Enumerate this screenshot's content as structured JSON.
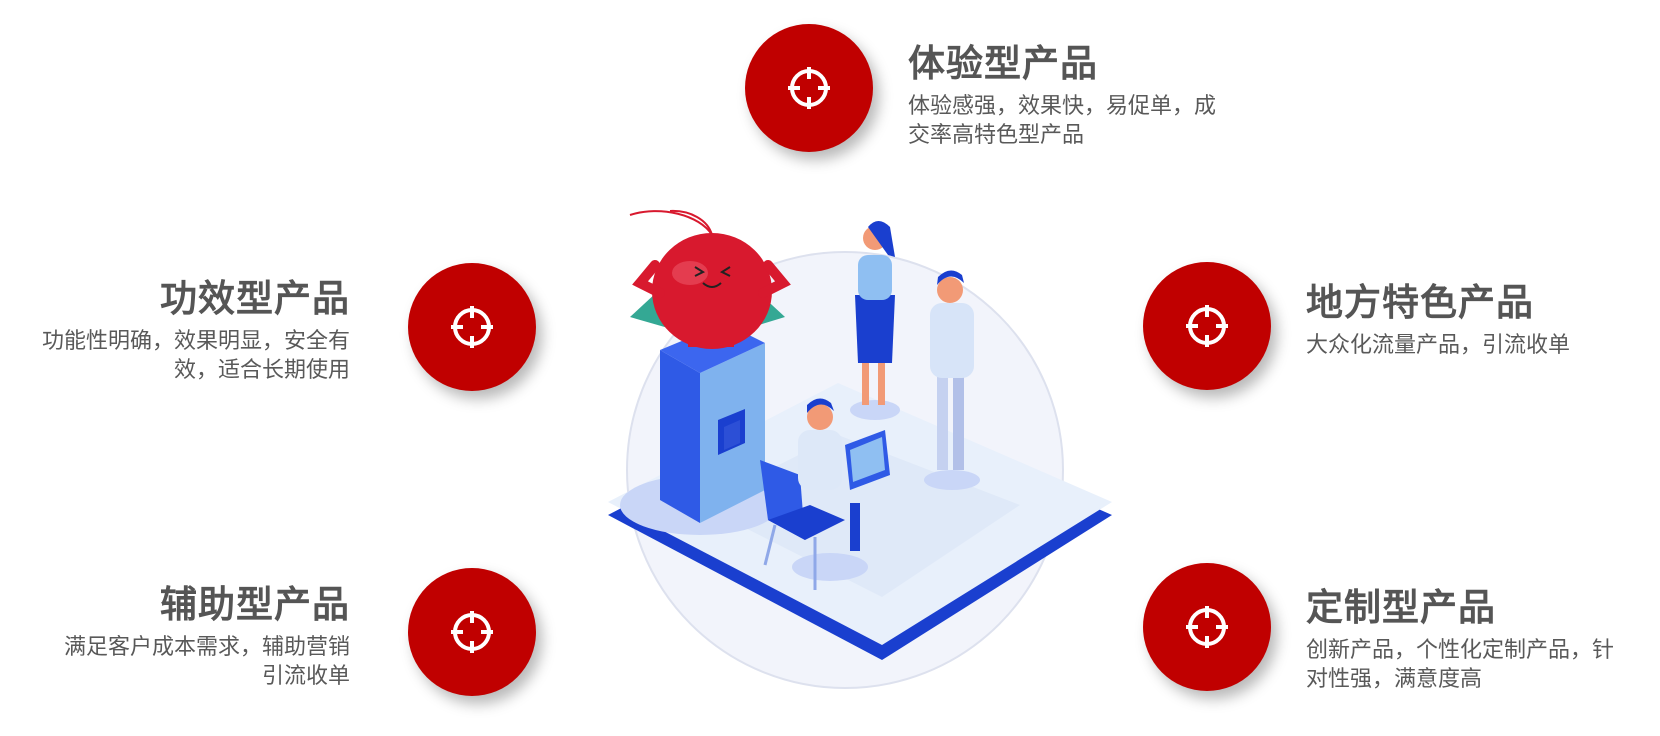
{
  "items": [
    {
      "id": "experience",
      "title": "体验型产品",
      "desc_lines": [
        "体验感强，效果快，易促单，成",
        "交率高特色型产品"
      ]
    },
    {
      "id": "efficacy",
      "title": "功效型产品",
      "desc_lines": [
        "功能性明确，效果明显，安全有",
        "效，适合长期使用"
      ]
    },
    {
      "id": "local",
      "title": "地方特色产品",
      "desc_lines": [
        "大众化流量产品，引流收单"
      ]
    },
    {
      "id": "auxiliary",
      "title": "辅助型产品",
      "desc_lines": [
        "满足客户成本需求，辅助营销",
        "引流收单"
      ]
    },
    {
      "id": "custom",
      "title": "定制型产品",
      "desc_lines": [
        "创新产品，个性化定制产品，针",
        "对性强，满意度高"
      ]
    }
  ],
  "colors": {
    "accent": "#c00000",
    "title": "#555555",
    "text": "#595959",
    "platform": "#1a3fcf"
  },
  "icon": "crosshair-target-icon"
}
